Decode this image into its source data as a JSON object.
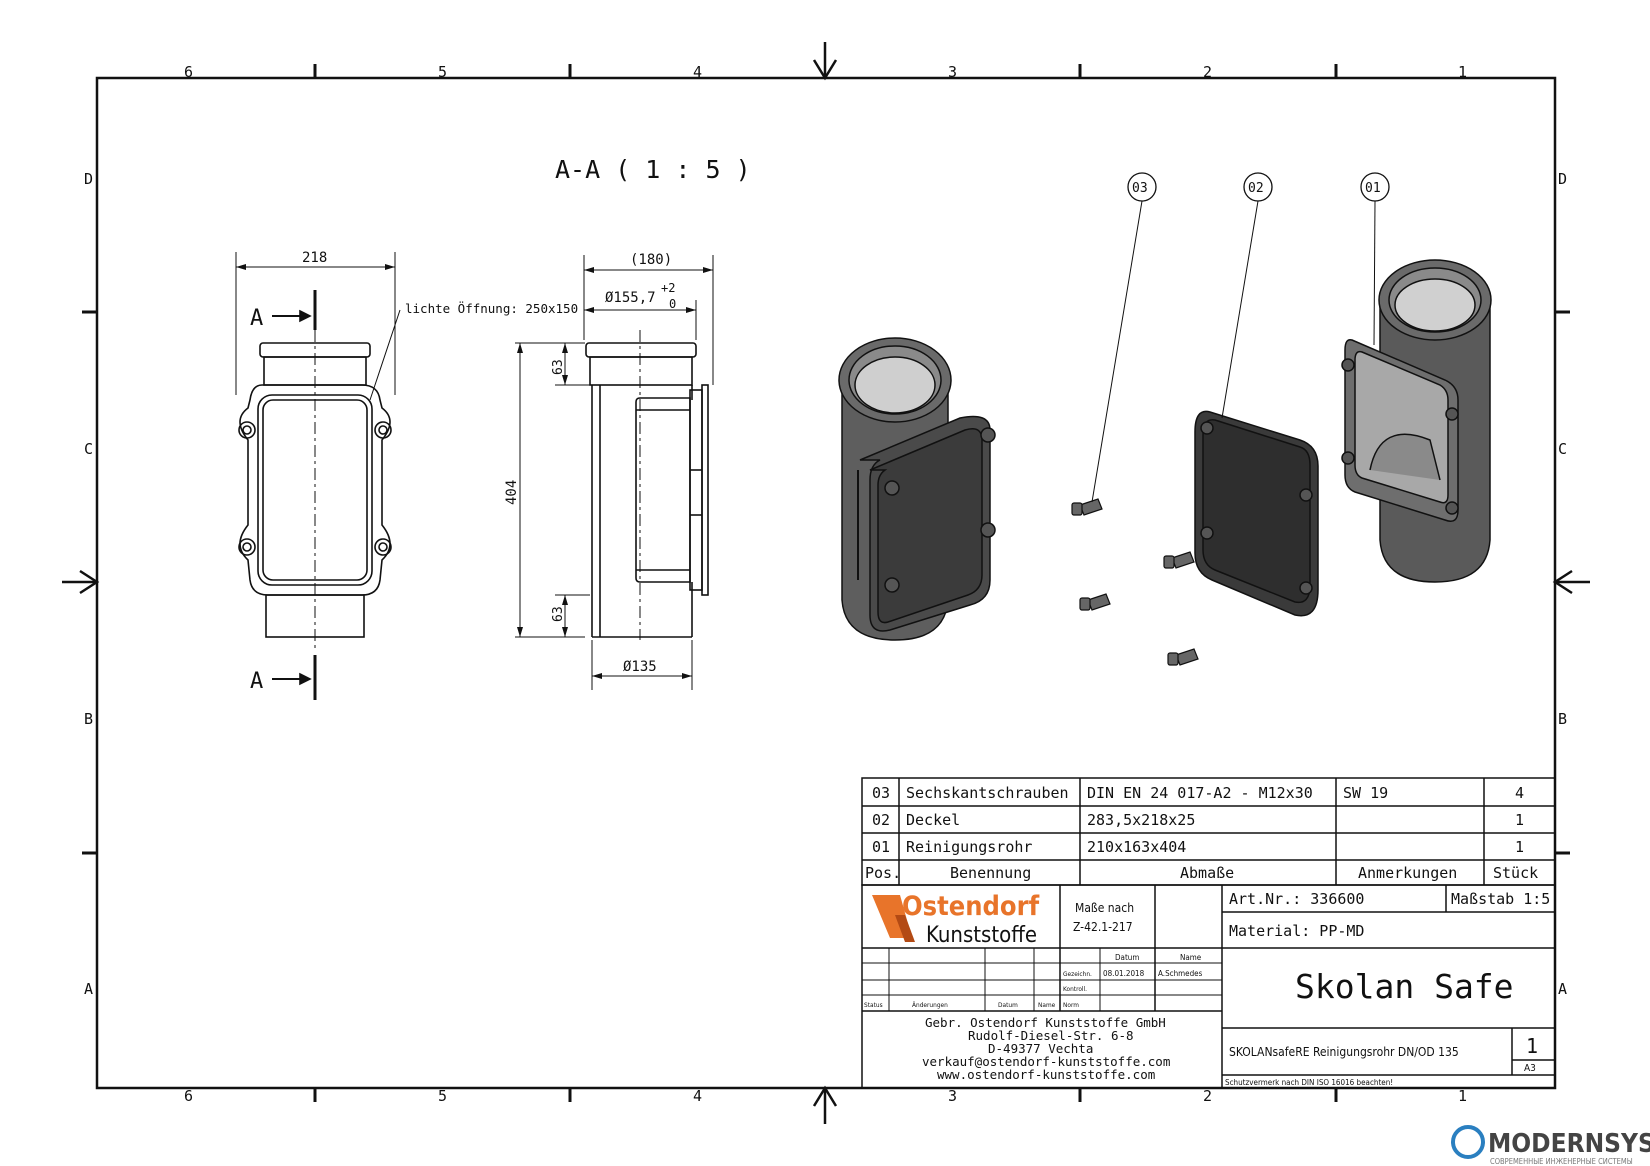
{
  "frame": {
    "col_labels": [
      "6",
      "5",
      "4",
      "3",
      "2",
      "1"
    ],
    "row_labels": [
      "D",
      "C",
      "B",
      "A"
    ]
  },
  "section_label": "A-A ( 1 : 5 )",
  "views": {
    "front": {
      "width_dim": "218",
      "cut_label_top": "A",
      "cut_label_bottom": "A",
      "opening_note": "lichte Öffnung: 250x150"
    },
    "side": {
      "top_dim": "(180)",
      "bore_dim": "Ø155,7",
      "tol_upper": "+2",
      "tol_lower": "0",
      "height_dim": "404",
      "top_h_dim": "63",
      "bottom_h_dim": "63",
      "bottom_dia": "Ø135"
    }
  },
  "balloons": [
    "03",
    "02",
    "01"
  ],
  "parts_list": {
    "rows": [
      {
        "pos": "03",
        "name": "Sechskantschrauben",
        "dims": "DIN EN 24 017-A2 - M12x30",
        "note": "SW 19",
        "qty": "4"
      },
      {
        "pos": "02",
        "name": "Deckel",
        "dims": "283,5x218x25",
        "note": "",
        "qty": "1"
      },
      {
        "pos": "01",
        "name": "Reinigungsrohr",
        "dims": "210x163x404",
        "note": "",
        "qty": "1"
      }
    ],
    "header": {
      "pos": "Pos.",
      "name": "Benennung",
      "dims": "Abmaße",
      "note": "Anmerkungen",
      "qty": "Stück"
    }
  },
  "title_block": {
    "logo_line1": "Ostendorf",
    "logo_line2": "Kunststoffe",
    "masse_line1": "Maße nach",
    "masse_line2": "Z-42.1-217",
    "art_nr": "Art.Nr.: 336600",
    "scale": "Maßstab 1:5",
    "material": "Material: PP-MD",
    "title": "Skolan Safe",
    "description": "SKOLANsafeRE Reinigungsrohr DN/OD 135",
    "sheet": "1",
    "format": "A3",
    "datum_h": "Datum",
    "name_h": "Name",
    "gezeichnet": "Gezeichn.",
    "date": "08.01.2018",
    "drawn_by": "A.Schmedes",
    "kontroll": "Kontroll.",
    "norm": "Norm",
    "status": "Status",
    "aenderungen": "Änderungen",
    "datum2": "Datum",
    "name2": "Name",
    "company": [
      "Gebr. Ostendorf Kunststoffe GmbH",
      "Rudolf-Diesel-Str. 6-8",
      "D-49377 Vechta",
      "verkauf@ostendorf-kunststoffe.com",
      "www.ostendorf-kunststoffe.com"
    ],
    "copyright": "Schutzvermerk nach DIN ISO 16016 beachten!"
  },
  "watermark": {
    "name": "MODERNSYS",
    "tagline": "СОВРЕМЕННЫЕ ИНЖЕНЕРНЫЕ СИСТЕМЫ"
  }
}
